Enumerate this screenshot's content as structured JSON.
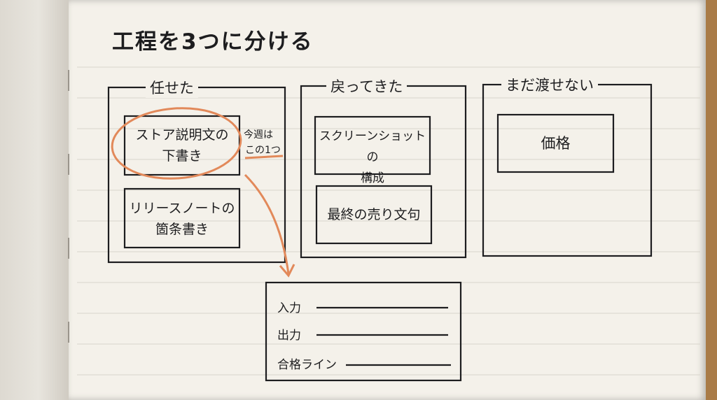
{
  "title": "工程を3つに分ける",
  "columns": [
    {
      "title": "任せた",
      "cards": [
        "ストア説明文の\n下書き",
        "リリースノートの\n箇条書き"
      ]
    },
    {
      "title": "戻ってきた",
      "cards": [
        "スクリーンショットの\n構成",
        "最終の売り文句"
      ]
    },
    {
      "title": "まだ渡せない",
      "cards": [
        "価格"
      ]
    }
  ],
  "note": {
    "line1": "今週は",
    "line2": "この1つ"
  },
  "spec_box": {
    "fields": [
      "入力",
      "出力",
      "合格ライン"
    ]
  },
  "colors": {
    "ink": "#1d1d1f",
    "highlight": "#e2895a",
    "paper": "#f4f1ea",
    "rule": "#d9d5cc"
  }
}
